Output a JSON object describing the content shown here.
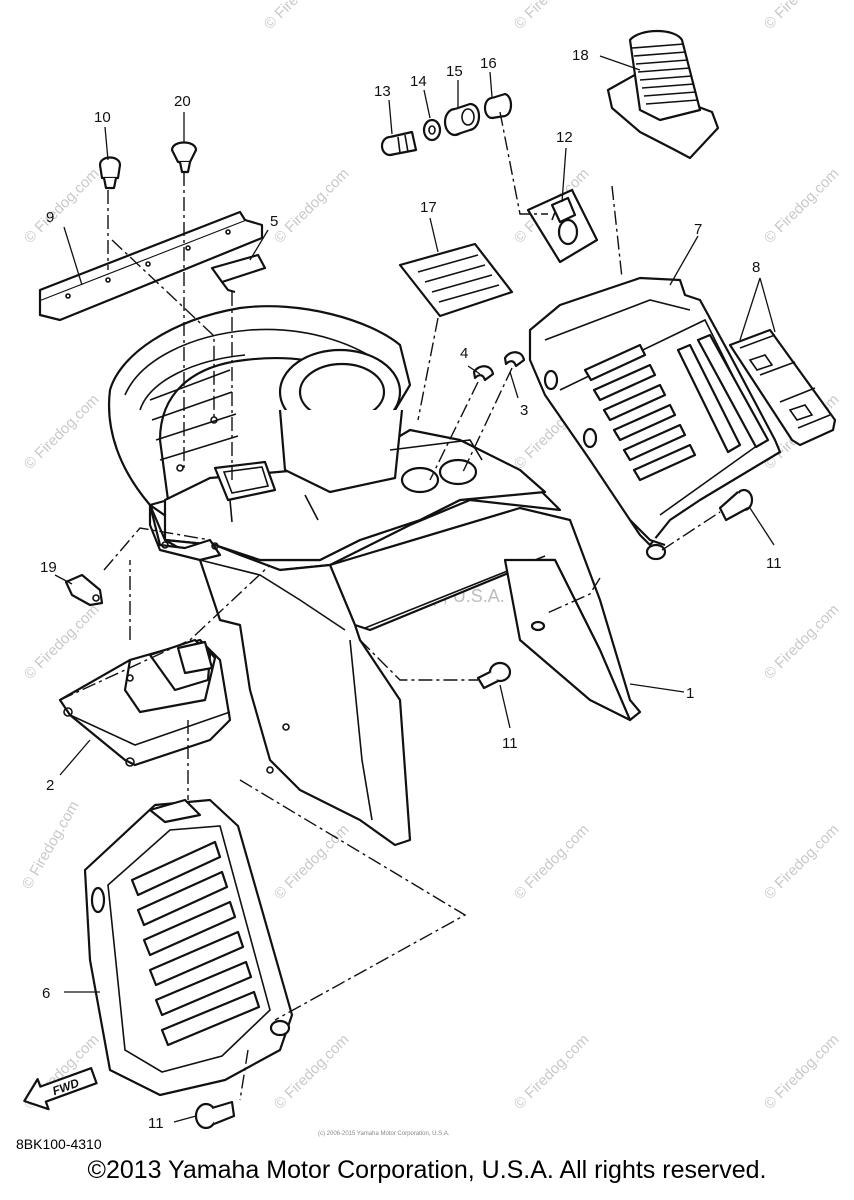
{
  "watermark": {
    "text": "© Firedog.com",
    "center_text": "Yamaha Motor Corp, U.S.A.",
    "tiny_text": "(c) 2006-2015 Yamaha Motor Corporation, U.S.A."
  },
  "diagram_code": "8BK100-4310",
  "fwd_label": "FWD",
  "footer": "©2013 Yamaha Motor Corporation, U.S.A. All rights reserved.",
  "callouts": [
    "1",
    "2",
    "3",
    "4",
    "5",
    "6",
    "7",
    "8",
    "9",
    "10",
    "11",
    "12",
    "13",
    "14",
    "15",
    "16",
    "17",
    "18",
    "19",
    "20"
  ],
  "colors": {
    "line": "#111111",
    "watermark": "#c9c9c9",
    "background": "#ffffff"
  }
}
